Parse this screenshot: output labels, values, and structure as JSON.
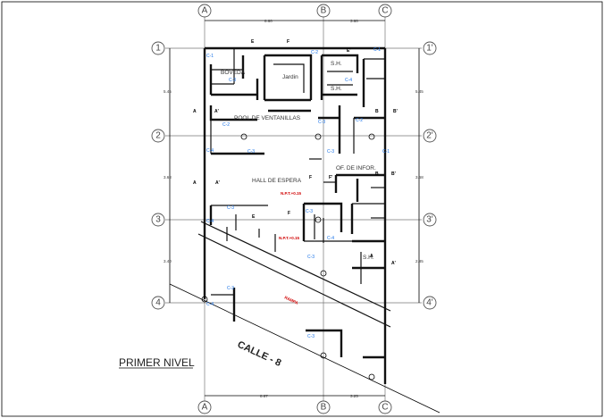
{
  "title": "PRIMER NIVEL",
  "street": "CALLE - 8",
  "axes_columns": [
    "A",
    "B",
    "C"
  ],
  "axes_rows": [
    "1",
    "2",
    "3",
    "4"
  ],
  "axes_rows_right": [
    "1'",
    "2'",
    "3'",
    "4'"
  ],
  "rooms": {
    "boveda": "BOVEDA",
    "jardin": "Jardin",
    "sh_top": "S.H.",
    "sh_mid": "S.H.",
    "pool": "POOL DE VENTANILLAS",
    "hall": "HALL DE ESPERA",
    "oficina": "OF. DE INFOR.",
    "sh_low": "S.H."
  },
  "dimensions": {
    "top_ab": "8.60",
    "top_bc": "3.60",
    "bottom_ab": "8.67",
    "bottom_bc": "3.25",
    "left_12": "5.45",
    "left_23": "3.68",
    "left_34": "3.40",
    "right_12": "5.45",
    "right_23": "3.68",
    "right_34": "2.85"
  },
  "column_tags": [
    "C-1",
    "C-2",
    "C-1",
    "C-3",
    "C-4",
    "C-2",
    "C-3",
    "C-2",
    "C-3",
    "C-4",
    "C-3",
    "C-1",
    "C-4",
    "C-3",
    "C-3",
    "C-4",
    "C-3",
    "C-3",
    "C-4",
    "C-3"
  ],
  "red_notes": [
    "N.P.T.+0.15",
    "N.P.T.+0.15",
    "RAMPA"
  ],
  "section_marks": [
    "A",
    "A'",
    "B",
    "B'",
    "E",
    "E'",
    "F",
    "F'"
  ]
}
